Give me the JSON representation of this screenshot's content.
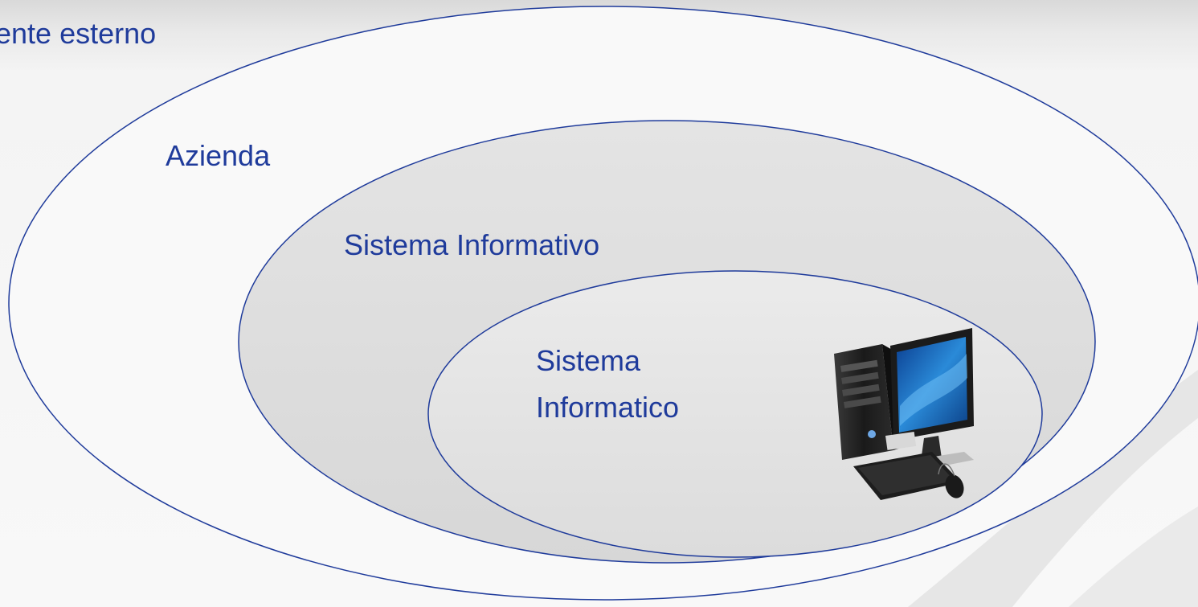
{
  "diagram": {
    "labels": {
      "outer": "iente esterno",
      "azienda": "Azienda",
      "sistema_informativo": "Sistema Informativo",
      "sistema_informatico_line1": "Sistema",
      "sistema_informatico_line2": "Informatico"
    },
    "colors": {
      "ellipse_stroke": "#1f3b9b",
      "label_text": "#1f3b9b",
      "outer_fill": "#f9f9f9",
      "middle_fill": "#dedede",
      "inner_fill": "#e2e2e2"
    },
    "icons": {
      "computer": "desktop-computer-icon"
    }
  }
}
